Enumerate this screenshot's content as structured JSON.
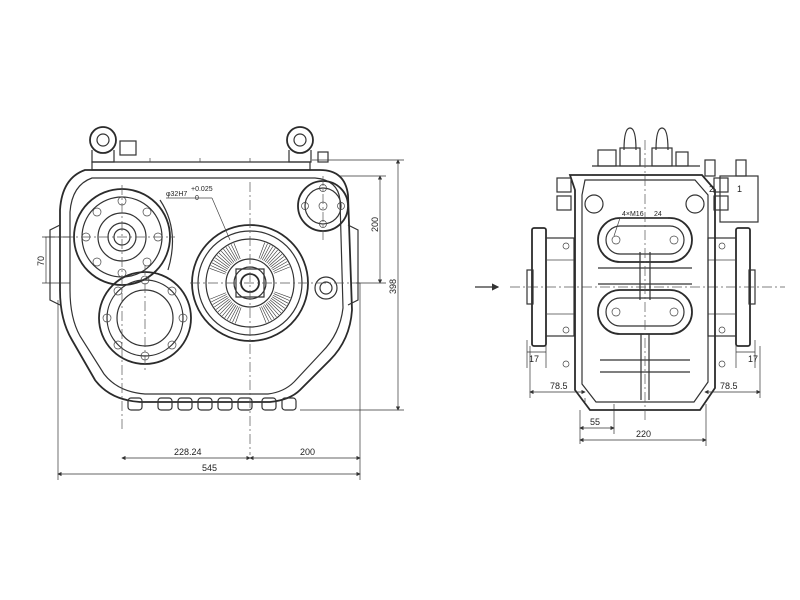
{
  "dimensions": {
    "width_545": "545",
    "dist_228": "228.24",
    "dist_200_bottom": "200",
    "height_200_right": "200",
    "height_398": "398",
    "height_70_left": "70",
    "bore_main": "φ32H7",
    "bore_tol_upper": "+0.025",
    "bore_tol_lower": "0",
    "side_78_left": "78.5",
    "side_78_right": "78.5",
    "side_17_left": "17",
    "side_17_right": "17",
    "offset_55": "55",
    "width_220": "220",
    "bolt_spec": "4×M16",
    "bolt_depth": "24",
    "label_2": "2",
    "label_1": "1"
  },
  "colors": {
    "line": "#333333",
    "background": "#ffffff"
  }
}
